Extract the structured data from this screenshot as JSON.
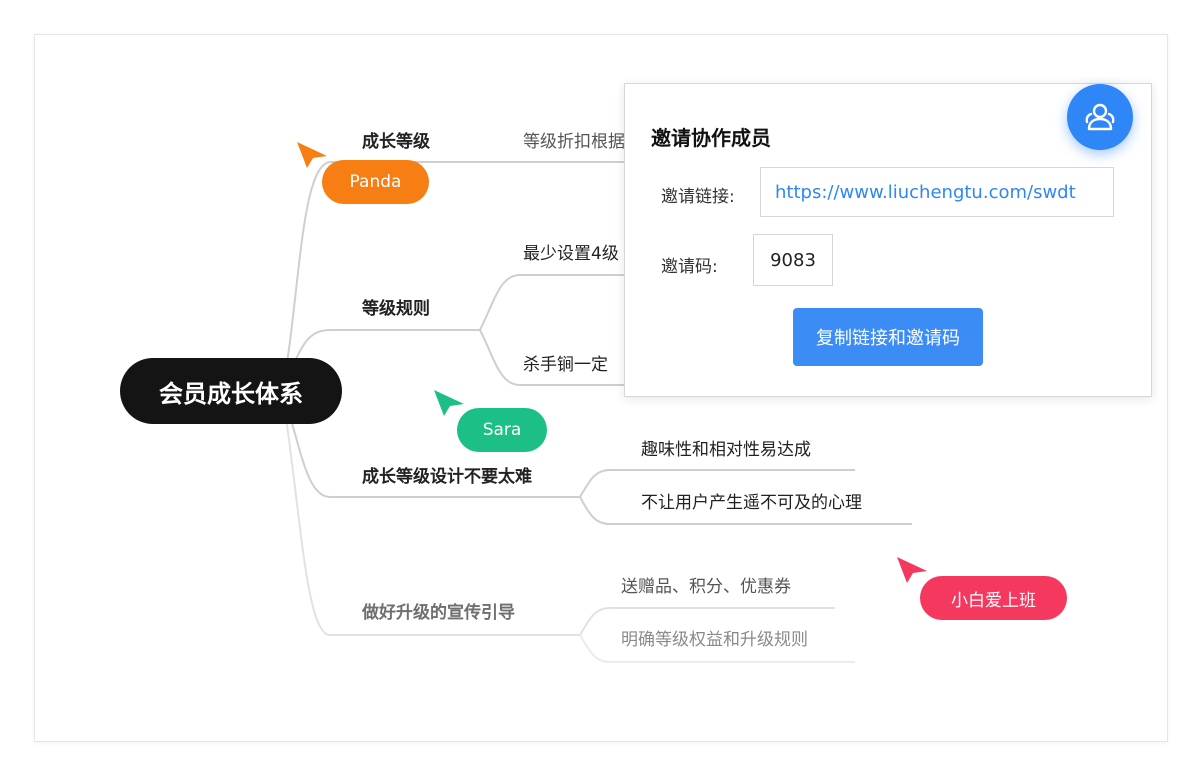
{
  "mindmap": {
    "root": "会员成长体系",
    "branches": [
      {
        "label": "成长等级",
        "children": [
          "等级折扣根据"
        ]
      },
      {
        "label": "等级规则",
        "children": [
          "最少设置4级",
          "杀手锏一定"
        ]
      },
      {
        "label": "成长等级设计不要太难",
        "children": [
          "趣味性和相对性易达成",
          "不让用户产生遥不可及的心理"
        ]
      },
      {
        "label": "做好升级的宣传引导",
        "children": [
          "送赠品、积分、优惠券",
          "明确等级权益和升级规则"
        ]
      }
    ]
  },
  "collaborators": [
    {
      "name": "Panda",
      "color": "#f67e12"
    },
    {
      "name": "Sara",
      "color": "#1cbf85"
    },
    {
      "name": "小白爱上班",
      "color": "#f5385e"
    }
  ],
  "invite": {
    "title": "邀请协作成员",
    "link_label": "邀请链接:",
    "link_value": "https://www.liuchengtu.com/swdt",
    "code_label": "邀请码:",
    "code_value": "9083",
    "copy_button": "复制链接和邀请码"
  },
  "icons": {
    "collaborators_button": "users-icon"
  },
  "colors": {
    "accent": "#3b8cf5",
    "root_bg": "#141414"
  }
}
